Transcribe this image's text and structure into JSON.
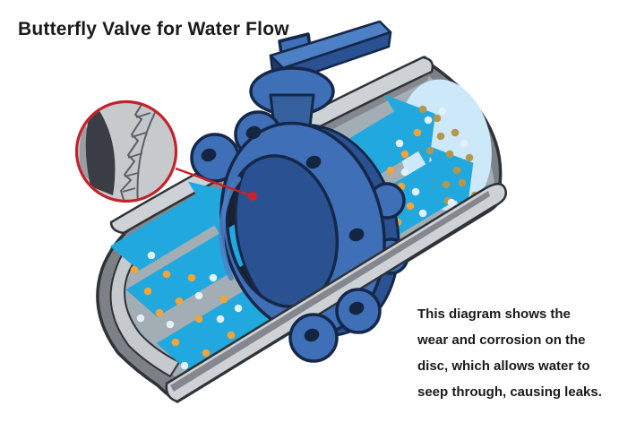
{
  "title": "Butterfly Valve for Water Flow",
  "caption": {
    "lines": [
      "This diagram shows the",
      "wear and corrosion on the",
      "disc, which allows water to",
      "seep through, causing leaks."
    ]
  },
  "colors": {
    "background": "#ffffff",
    "text": "#1a1a1a",
    "valve_blue": "#3e6fb7",
    "valve_blue_light": "#4d80c4",
    "valve_blue_mid": "#35619f",
    "valve_blue_dark": "#2a5191",
    "valve_blue_deep": "#1f3c6b",
    "outline_navy": "#15284a",
    "bolt_hole": "#132540",
    "pipe_gray": "#7c8187",
    "pipe_rim_light": "#ced2d6",
    "pipe_rim_mid": "#84888e",
    "pipe_outline": "#2f3338",
    "pipe_inner": "#a2adb4",
    "cap_band": "#c6c9cd",
    "water_cyan": "#21a8de",
    "water_blob": "#cde8f9",
    "dot_orange": "#f0a43a",
    "dot_olive": "#b5974b",
    "dot_white": "#e3f0f8",
    "disc_gray": "#ced2d5",
    "disc_light": "#e4e7e9",
    "disc_band": "#c2c6ca",
    "disc_band_line": "#565b61",
    "disc_dark": "#1d2129",
    "shaft_gray": "#dadde0",
    "magnifier_base": "#c7cacd",
    "magnifier_sliver": "#9a9ea3",
    "magnifier_dark": "#3a3e44",
    "magnifier_ring": "#c2222a",
    "leader_red": "#cb2128"
  }
}
